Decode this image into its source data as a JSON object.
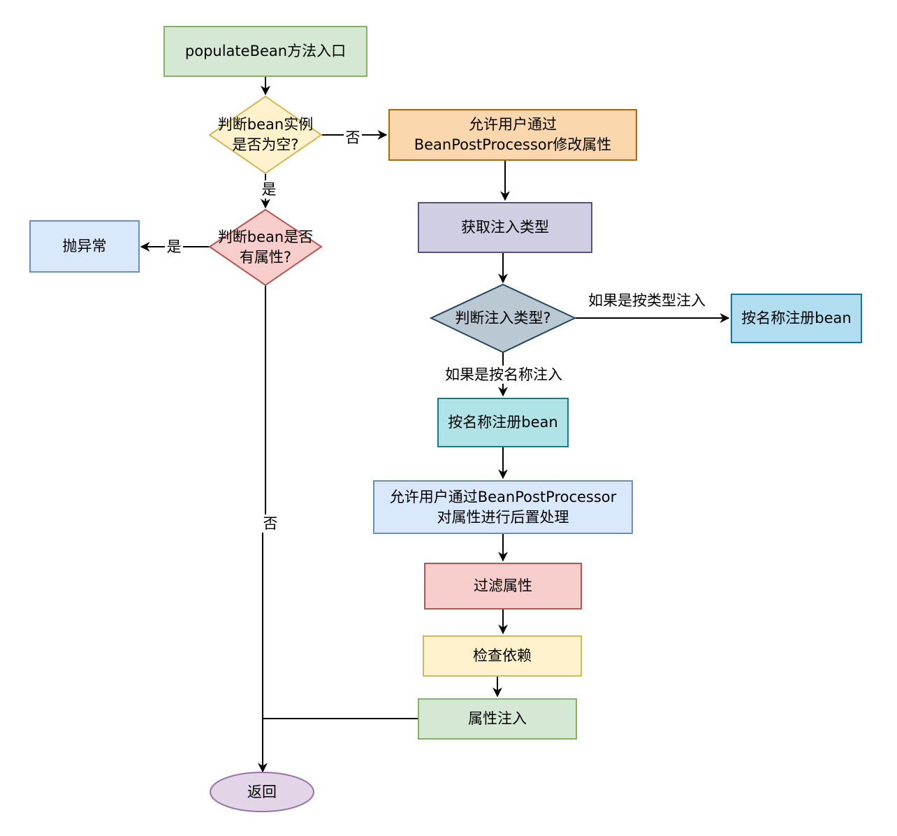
{
  "nodes": {
    "start": {
      "text": "populateBean方法入口",
      "fill": "#d5e8d4",
      "stroke": "#82b366"
    },
    "check_null": {
      "line1": "判断bean实例",
      "line2": "是否为空?",
      "fill": "#fff2cc",
      "stroke": "#d6b656"
    },
    "allow_modify": {
      "line1": "允许用户通过",
      "line2": "BeanPostProcessor修改属性",
      "fill": "#fad7ac",
      "stroke": "#b46504"
    },
    "check_props": {
      "line1": "判断bean是否",
      "line2": "有属性?",
      "fill": "#f8cecc",
      "stroke": "#b85450"
    },
    "throw_exception": {
      "text": "抛异常",
      "fill": "#dae8fc",
      "stroke": "#6c8ebf"
    },
    "get_inject_type": {
      "text": "获取注入类型",
      "fill": "#d0cee2",
      "stroke": "#56517e"
    },
    "check_inject_type": {
      "text": "判断注入类型?",
      "fill": "#bac8d3",
      "stroke": "#23445d"
    },
    "register_by_type": {
      "text": "按名称注册bean",
      "fill": "#b1ddf0",
      "stroke": "#10739e"
    },
    "register_by_name": {
      "text": "按名称注册bean",
      "fill": "#b0e3e6",
      "stroke": "#0e8088"
    },
    "post_process": {
      "line1": "允许用户通过BeanPostProcessor",
      "line2": "对属性进行后置处理",
      "fill": "#dae8fc",
      "stroke": "#6c8ebf"
    },
    "filter_props": {
      "text": "过滤属性",
      "fill": "#f8cecc",
      "stroke": "#b85450"
    },
    "check_deps": {
      "text": "检查依赖",
      "fill": "#fff2cc",
      "stroke": "#d6b656"
    },
    "inject_props": {
      "text": "属性注入",
      "fill": "#d5e8d4",
      "stroke": "#82b366"
    },
    "return": {
      "text": "返回",
      "fill": "#e1d5e7",
      "stroke": "#9673a6"
    }
  },
  "edge_labels": {
    "null_no": "否",
    "null_yes": "是",
    "props_yes": "是",
    "props_no": "否",
    "by_type": "如果是按类型注入",
    "by_name": "如果是按名称注入"
  },
  "colors": {
    "edge": "#000000"
  }
}
